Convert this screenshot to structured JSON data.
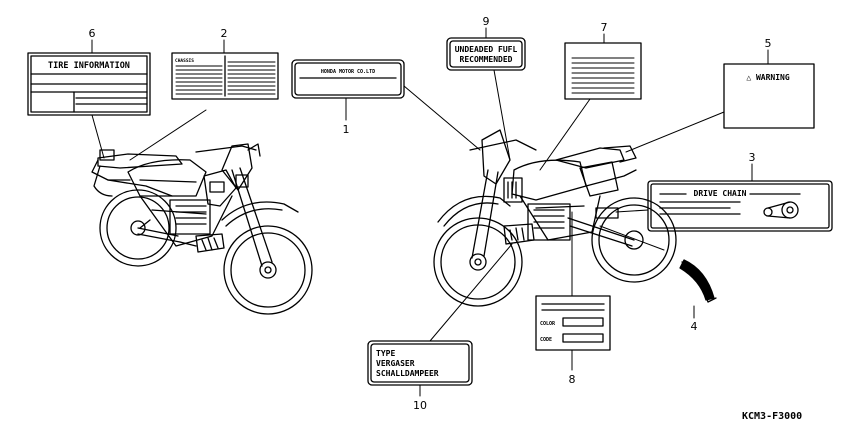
{
  "callouts": [
    {
      "number": "1"
    },
    {
      "number": "2"
    },
    {
      "number": "3"
    },
    {
      "number": "4"
    },
    {
      "number": "5"
    },
    {
      "number": "6"
    },
    {
      "number": "7"
    },
    {
      "number": "8"
    },
    {
      "number": "9"
    },
    {
      "number": "10"
    }
  ],
  "labels": {
    "tire_information": "TIRE INFORMATION",
    "honda_motor": "HONDA MOTOR CO.LTD",
    "unleaded_line1": "UNDEADED FUFL",
    "unleaded_line2": "RECOMMENDED",
    "warning": "△ WARNING",
    "drive_chain": "DRIVE CHAIN",
    "color": "COLOR",
    "code": "CODE",
    "chassis": "CHASSIS",
    "type_line1": "TYPE",
    "type_line2": "VERGASER",
    "type_line3": "SCHALLDAMPEER"
  },
  "diagram_code": "KCM3-F3000"
}
